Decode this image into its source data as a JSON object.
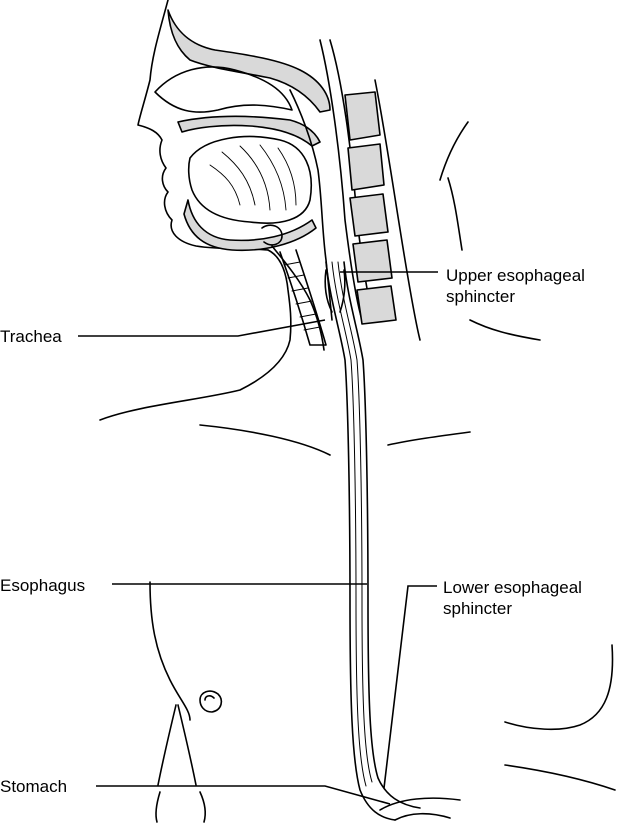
{
  "labels": {
    "trachea": "Trachea",
    "esophagus": "Esophagus",
    "stomach": "Stomach",
    "upper_sphincter": {
      "line1": "Upper esophageal",
      "line2": "sphincter"
    },
    "lower_sphincter": {
      "line1": "Lower esophageal",
      "line2": "sphincter"
    }
  },
  "colors": {
    "line": "#000000",
    "bone_fill": "#d9d9d9",
    "background": "#ffffff"
  }
}
